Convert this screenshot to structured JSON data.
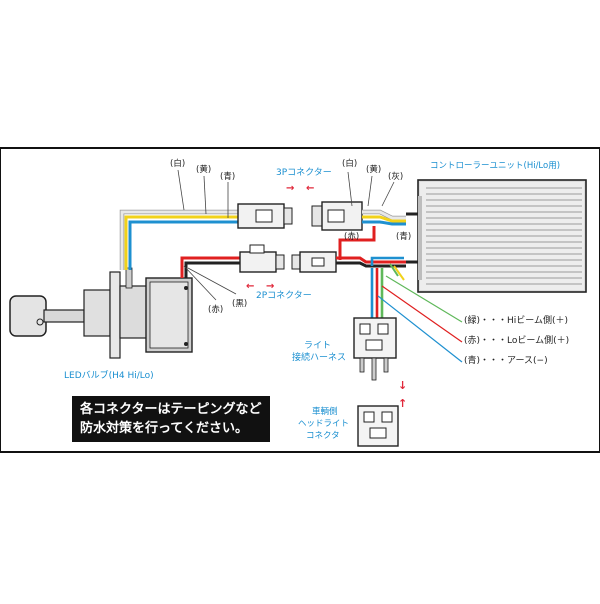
{
  "labels": {
    "white1": "(白)",
    "yellow1": "(黄)",
    "blue1": "(青)",
    "white2": "(白)",
    "yellow2": "(黄)",
    "gray": "(灰)",
    "red_mid": "(赤)",
    "blue_mid": "(青)",
    "red_low": "(赤)",
    "black_low": "(黒)",
    "conn3p": "3Pコネクター",
    "conn2p": "2Pコネクター",
    "controller": "コントローラーユニット(Hi/Lo用)",
    "led_bulb": "LEDバルブ(H4 Hi/Lo)",
    "light_harness_1": "ライト",
    "light_harness_2": "接続ハーネス",
    "vehicle_1": "車輌側",
    "vehicle_2": "ヘッドライト",
    "vehicle_3": "コネクタ",
    "legend_green": "(緑)・・・Hiビーム側(＋)",
    "legend_red": "(赤)・・・Loビーム側(＋)",
    "legend_blue": "(青)・・・アース(−)",
    "arrow_right": "→",
    "arrow_left": "←",
    "arrow_down": "↓",
    "arrow_up": "↑"
  },
  "note": {
    "line1": "各コネクターはテーピングなど",
    "line2": "防水対策を行ってください。"
  },
  "colors": {
    "white_wire": "#e8e8e8",
    "yellow_wire": "#f1d21a",
    "blue_wire": "#1e90d0",
    "red_wire": "#e02020",
    "black_wire": "#222222",
    "green_wire": "#5fb85a",
    "accent_text": "#1a8fd0"
  }
}
